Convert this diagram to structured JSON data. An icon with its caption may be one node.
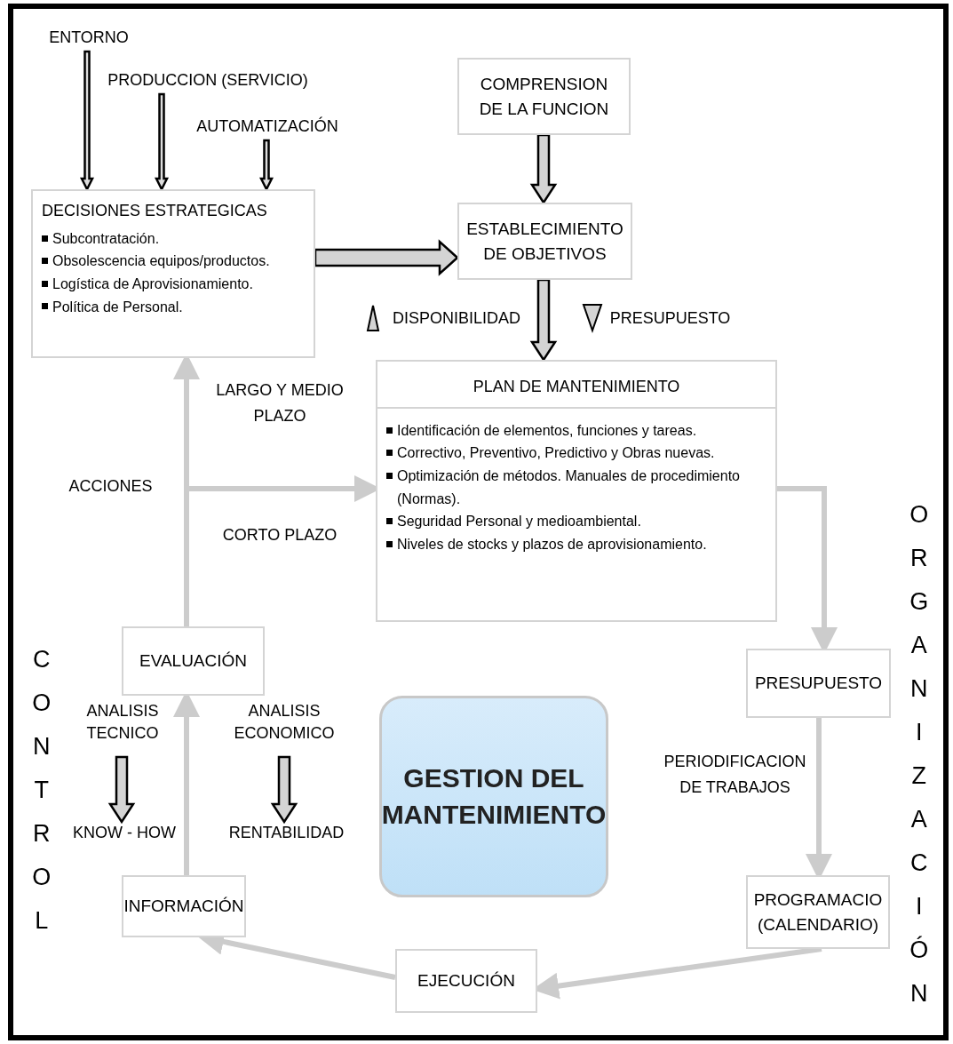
{
  "diagram": {
    "nodes": [
      {
        "text": [
          "ENTORNO"
        ]
      },
      {
        "text": [
          "PRODUCCION (SERVICIO)"
        ]
      },
      {
        "text": [
          "AUTOMATIZACIÓN"
        ]
      },
      {
        "text": [
          "DECISIONES ESTRATEGICAS",
          "Subcontratación.",
          "Obsolescencia equipos/productos.",
          "Logística de Aprovisionamiento.",
          "Política de Personal."
        ]
      },
      {
        "text": [
          "COMPRENSION DE LA FUNCION"
        ]
      },
      {
        "text": [
          "ESTABLECIMIENTO DE OBJETIVOS"
        ]
      },
      {
        "text": [
          "PLAN DE MANTENIMIENTO",
          "Identificación de elementos, funciones y tareas.",
          "Correctivo, Preventivo, Predictivo y Obras nuevas.",
          "Optimización de métodos. Manuales de procedimiento (Normas).",
          "Seguridad Personal y medioambiental.",
          "Niveles de stocks y plazos de aprovisionamiento."
        ]
      },
      {
        "text": [
          "EVALUACIÓN"
        ]
      },
      {
        "text": [
          "INFORMACIÓN"
        ]
      },
      {
        "text": [
          "EJECUCIÓN"
        ]
      },
      {
        "text": [
          "PROGRAMACIO (CALENDARIO)"
        ]
      },
      {
        "text": [
          "PRESUPUESTO"
        ]
      },
      {
        "text": [
          "GESTION DEL MANTENIMIENTO"
        ]
      },
      {
        "text": [
          "ANALISIS TECNICO"
        ]
      },
      {
        "text": [
          "KNOW - HOW"
        ]
      },
      {
        "text": [
          "ANALISIS ECONOMICO"
        ]
      },
      {
        "text": [
          "RENTABILIDAD"
        ]
      }
    ],
    "edges": [
      {
        "from": 0,
        "to": 3,
        "arrow": "to"
      },
      {
        "from": 1,
        "to": 3,
        "arrow": "to"
      },
      {
        "from": 2,
        "to": 3,
        "arrow": "to"
      },
      {
        "from": 4,
        "to": 5,
        "arrow": "to",
        "style": "thick"
      },
      {
        "from": 3,
        "to": 5,
        "arrow": "to",
        "style": "thick"
      },
      {
        "from": 5,
        "to": 6,
        "arrow": "to",
        "style": "thick"
      },
      {
        "from": 7,
        "to": 3,
        "arrow": "to",
        "color": "#cccccc"
      },
      {
        "from": 7,
        "to": 6,
        "arrow": "to",
        "color": "#cccccc"
      },
      {
        "from": 8,
        "to": 7,
        "arrow": "to",
        "color": "#cccccc"
      },
      {
        "from": 6,
        "to": 11,
        "arrow": "to",
        "color": "#cccccc"
      },
      {
        "from": 11,
        "to": 10,
        "arrow": "to",
        "color": "#cccccc"
      },
      {
        "from": 10,
        "to": 9,
        "arrow": "to",
        "color": "#cccccc"
      },
      {
        "from": 9,
        "to": 8,
        "arrow": "to",
        "color": "#cccccc"
      },
      {
        "from": 13,
        "to": 14,
        "arrow": "to",
        "style": "thick"
      },
      {
        "from": 15,
        "to": 16,
        "arrow": "to",
        "style": "thick"
      }
    ],
    "labels": [
      "DISPONIBILIDAD",
      "PRESUPUESTO",
      "LARGO Y MEDIO PLAZO",
      "ACCIONES",
      "CORTO PLAZO",
      "PERIODIFICACION DE TRABAJOS",
      "CONTROL",
      "ORGANIZACIÓN"
    ]
  }
}
